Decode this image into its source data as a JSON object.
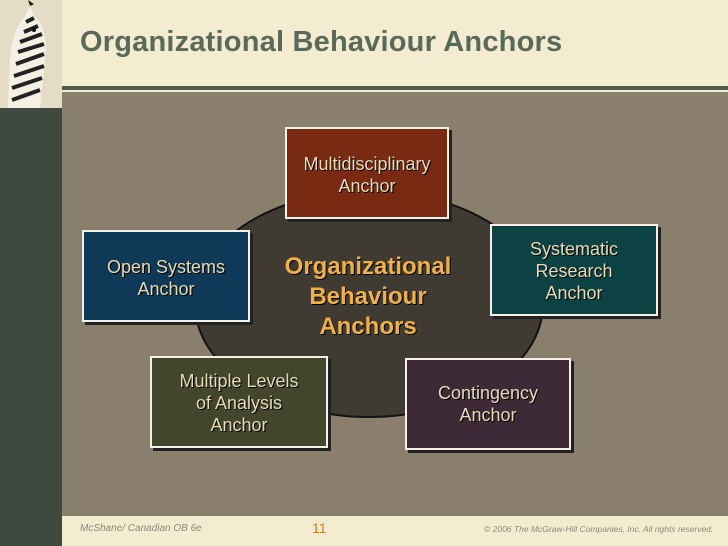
{
  "slide": {
    "title": "Organizational Behaviour Anchors",
    "center": "Organizational\nBehaviour\nAnchors",
    "anchors": {
      "multidisciplinary": "Multidisciplinary\nAnchor",
      "systematic": "Systematic\nResearch\nAnchor",
      "open_systems": "Open Systems\nAnchor",
      "multiple_levels": "Multiple Levels\nof Analysis\nAnchor",
      "contingency": "Contingency\nAnchor"
    },
    "footer": {
      "left": "McShane/ Canadian OB 6e",
      "page": "11",
      "right": "© 2006  The McGraw-Hill Companies, Inc.  All rights reserved."
    }
  },
  "colors": {
    "title": "#5a6a5a",
    "center_text": "#f0b048",
    "content_background": "#8a7e6c",
    "multidisciplinary": "#7a2a12",
    "systematic": "#0c4244",
    "open_systems": "#0e3a58",
    "multiple_levels": "#42462a",
    "contingency": "#3e2a36"
  }
}
